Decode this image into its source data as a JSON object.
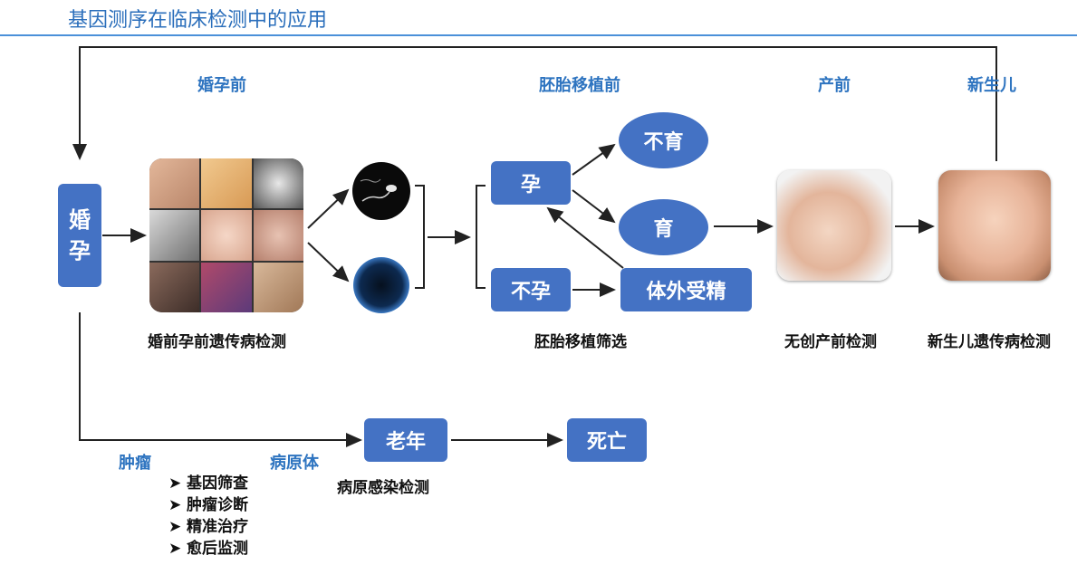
{
  "title": "基因测序在临床检测中的应用",
  "stages": {
    "premarital": "婚孕前",
    "preimplantation": "胚胎移植前",
    "prenatal": "产前",
    "newborn": "新生儿"
  },
  "boxes": {
    "marriage_line1": "婚",
    "marriage_line2": "孕",
    "pregnant": "孕",
    "infertile": "不孕",
    "sterility": "不育",
    "fertile": "育",
    "ivf": "体外受精",
    "old_age": "老年",
    "death": "死亡"
  },
  "captions": {
    "premarital": "婚前孕前遗传病检测",
    "embryo": "胚胎移植筛选",
    "prenatal": "无创产前检测",
    "newborn": "新生儿遗传病检测",
    "pathogen_detect": "病原感染检测"
  },
  "branches": {
    "tumor": "肿瘤",
    "pathogen": "病原体"
  },
  "tumor_items": [
    "基因筛查",
    "肿瘤诊断",
    "精准治疗",
    "愈后监测"
  ],
  "bullet_mark": "➤"
}
